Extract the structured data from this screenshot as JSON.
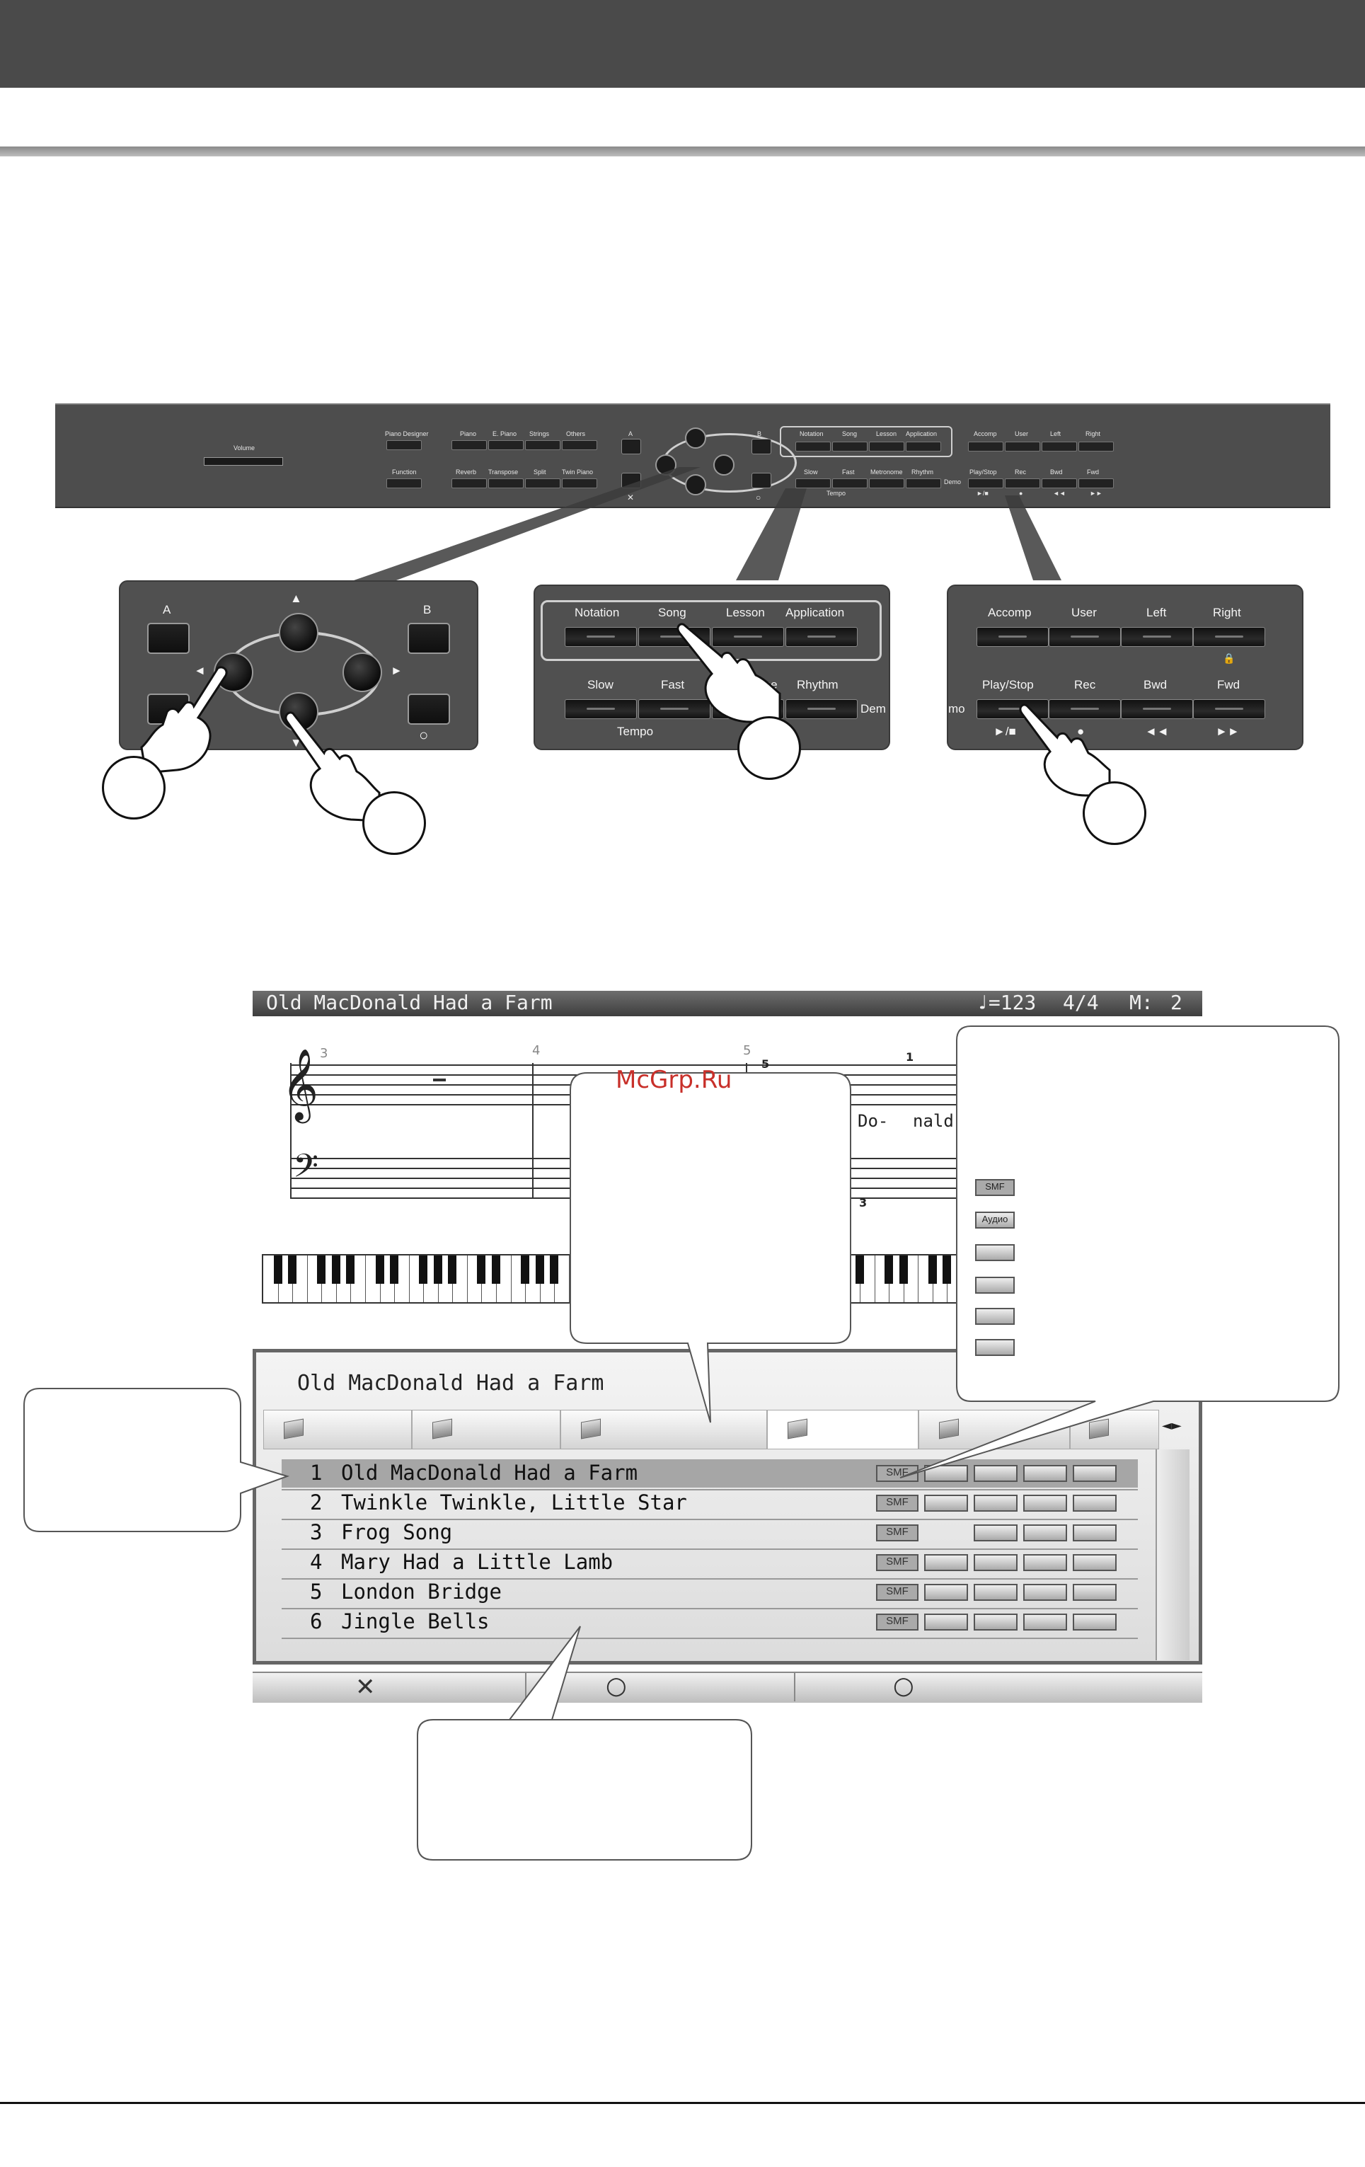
{
  "panel": {
    "volume": "Volume",
    "piano_designer": "Piano Designer",
    "function": "Function",
    "tones": [
      "Piano",
      "E. Piano",
      "Strings",
      "Others"
    ],
    "effects": [
      "Reverb",
      "Transpose",
      "Split",
      "Twin Piano"
    ],
    "a": "A",
    "b": "B",
    "song_buttons": [
      "Notation",
      "Song",
      "Lesson",
      "Application"
    ],
    "tempo_buttons": [
      "Slow",
      "Fast",
      "Metronome",
      "Rhythm"
    ],
    "tempo": "Tempo",
    "demo": "Demo",
    "part_buttons": [
      "Accomp",
      "User",
      "Left",
      "Right"
    ],
    "transport_buttons": [
      "Play/Stop",
      "Rec",
      "Bwd",
      "Fwd"
    ],
    "transport_symbols": [
      "►/■",
      "●",
      "◄◄",
      "►►"
    ]
  },
  "zoom1": {
    "a": "A",
    "b": "B",
    "up": "▲",
    "down": "▼",
    "left": "◄",
    "right": "►"
  },
  "zoom2": {
    "row1": [
      "Notation",
      "Song",
      "Lesson",
      "Application"
    ],
    "row2": [
      "Slow",
      "Fast",
      "nome",
      "Rhythm"
    ],
    "tempo": "Tempo",
    "dem": "Dem"
  },
  "zoom3": {
    "row1": [
      "Accomp",
      "User",
      "Left",
      "Right"
    ],
    "row2": [
      "Play/Stop",
      "Rec",
      "Bwd",
      "Fwd"
    ],
    "mo": "mo",
    "symbols": [
      "►/■",
      "●",
      "◄◄",
      "►►"
    ]
  },
  "screen": {
    "title": "Old MacDonald Had a Farm",
    "tempo": "♩=123",
    "meter": "4/4",
    "measure_label": "M:",
    "measure": "2",
    "measures": [
      "3",
      "4",
      "5"
    ],
    "fingerings": [
      "5",
      "1",
      "3"
    ],
    "lyrics": [
      "Do-",
      "nald"
    ],
    "list_title": "Old MacDonald Had a Farm",
    "tab_arrows": "◄►",
    "songs": [
      {
        "num": "1",
        "title": "Old MacDonald Had a Farm",
        "type": "SMF"
      },
      {
        "num": "2",
        "title": "Twinkle Twinkle, Little Star",
        "type": "SMF"
      },
      {
        "num": "3",
        "title": "Frog Song",
        "type": "SMF"
      },
      {
        "num": "4",
        "title": "Mary Had a Little Lamb",
        "type": "SMF"
      },
      {
        "num": "5",
        "title": "London Bridge",
        "type": "SMF"
      },
      {
        "num": "6",
        "title": "Jingle Bells",
        "type": "SMF"
      }
    ],
    "bottom": {
      "cancel": "✕",
      "ok1": "○",
      "ok2": "○"
    }
  },
  "legend": {
    "smf": "SMF",
    "audio": "Аудио"
  },
  "watermark": "McGrp.Ru"
}
